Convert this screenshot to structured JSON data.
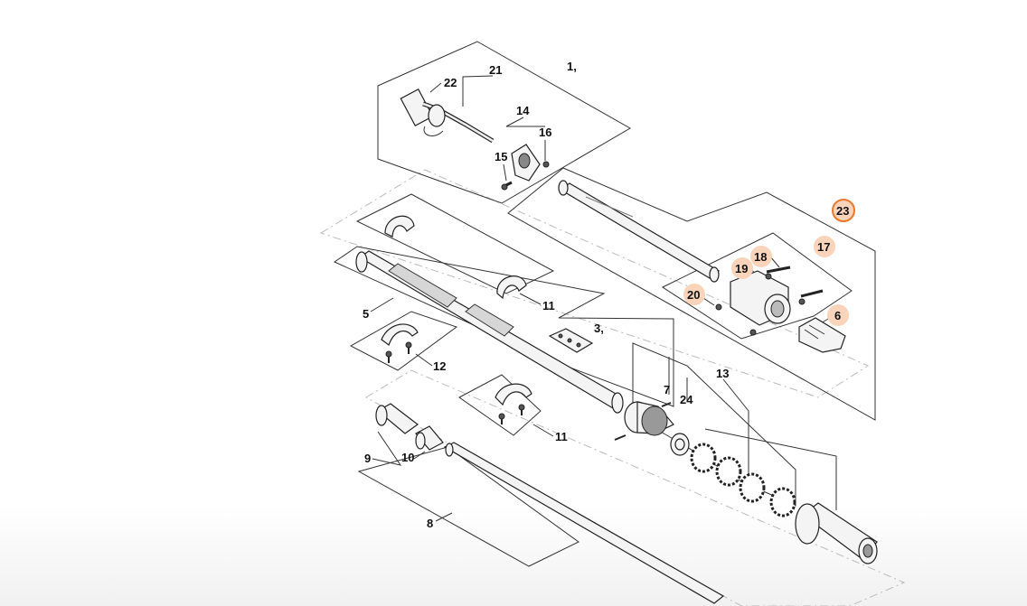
{
  "diagram": {
    "callouts": [
      {
        "id": "c1",
        "label": "1,",
        "highlighted": false
      },
      {
        "id": "c21",
        "label": "21",
        "highlighted": false
      },
      {
        "id": "c22",
        "label": "22",
        "highlighted": false
      },
      {
        "id": "c14",
        "label": "14",
        "highlighted": false
      },
      {
        "id": "c16",
        "label": "16",
        "highlighted": false
      },
      {
        "id": "c15",
        "label": "15",
        "highlighted": false
      },
      {
        "id": "c23",
        "label": "23",
        "highlighted": true
      },
      {
        "id": "c17",
        "label": "17",
        "highlighted": true
      },
      {
        "id": "c18",
        "label": "18",
        "highlighted": true
      },
      {
        "id": "c19",
        "label": "19",
        "highlighted": true
      },
      {
        "id": "c20",
        "label": "20",
        "highlighted": true
      },
      {
        "id": "c6",
        "label": "6",
        "highlighted": true
      },
      {
        "id": "c5",
        "label": "5",
        "highlighted": false
      },
      {
        "id": "c11a",
        "label": "11",
        "highlighted": false
      },
      {
        "id": "c3",
        "label": "3,",
        "highlighted": false
      },
      {
        "id": "c12",
        "label": "12",
        "highlighted": false
      },
      {
        "id": "c13",
        "label": "13",
        "highlighted": false
      },
      {
        "id": "c7",
        "label": "7",
        "highlighted": false
      },
      {
        "id": "c24",
        "label": "24",
        "highlighted": false
      },
      {
        "id": "c11b",
        "label": "11",
        "highlighted": false
      },
      {
        "id": "c9",
        "label": "9",
        "highlighted": false
      },
      {
        "id": "c10",
        "label": "10",
        "highlighted": false
      },
      {
        "id": "c8",
        "label": "8",
        "highlighted": false
      }
    ],
    "colors": {
      "highlight_fill": "#f9d3ba",
      "highlight_ring": "#e8792f",
      "line": "#333333",
      "dashed_frame": "#bbbbbb"
    }
  }
}
